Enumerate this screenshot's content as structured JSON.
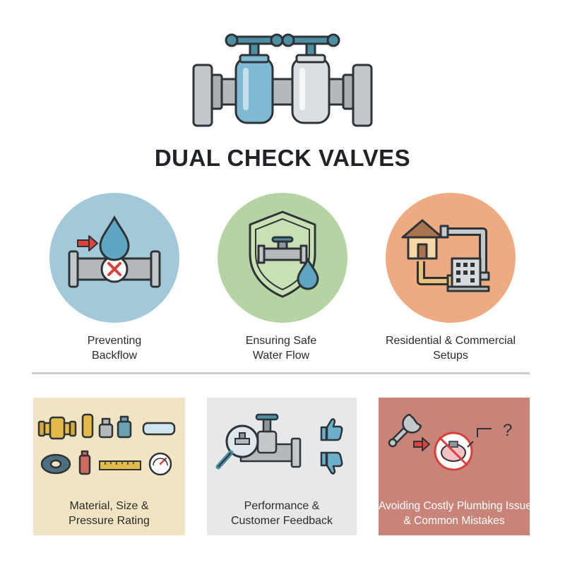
{
  "title": "DUAL CHECK VALVES",
  "colors": {
    "circle_backflow": "#a3c8d8",
    "circle_safe": "#b5d3a3",
    "circle_commercial": "#eeaa80",
    "card_material": "#f1e4c2",
    "card_performance": "#e6e8ea",
    "card_mistakes": "#c98479",
    "water_blue": "#6aafcc",
    "pipe_gray": "#b4b9be"
  },
  "icons": [
    "dual-check-valve-icon",
    "backflow-arrow-icon",
    "water-drop-icon",
    "blocked-x-icon",
    "shield-icon",
    "faucet-valve-icon",
    "house-icon",
    "building-icon",
    "pipe-icon",
    "fittings-icon",
    "pressure-gauge-icon",
    "ruler-icon",
    "magnifier-icon",
    "thumbs-up-icon",
    "thumbs-down-icon",
    "wrench-icon",
    "piggy-bank-icon",
    "question-mark-icon"
  ],
  "features": [
    {
      "line1": "Preventing",
      "line2": "Backflow"
    },
    {
      "line1": "Ensuring Safe",
      "line2": "Water Flow"
    },
    {
      "line1": "Residential & Commercial",
      "line2": "Setups"
    }
  ],
  "cards": [
    {
      "line1": "Material, Size &",
      "line2": "Pressure Rating"
    },
    {
      "line1": "Performance &",
      "line2": "Customer Feedback"
    },
    {
      "line1": "Avoiding Costly Plumbing Issues",
      "line2": "& Common Mistakes"
    }
  ],
  "question_mark": "?"
}
